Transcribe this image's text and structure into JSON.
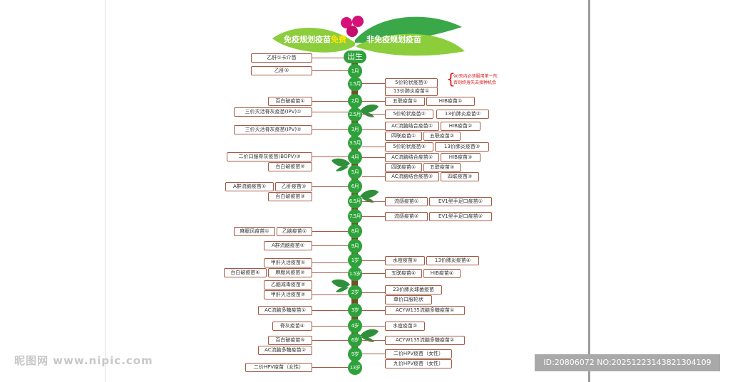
{
  "banner": {
    "left_label": "免疫规划疫苗",
    "left_free": "免费",
    "right_label": "非免疫规划疫苗"
  },
  "note": {
    "line1": "90天内必须服用第一剂",
    "line2": "否则终身失去接种机会"
  },
  "watermark": {
    "left": "昵图网 www.nipic.com",
    "right": "ID:20806072 NO:20251223143821304109"
  },
  "colors": {
    "node": "#2ea23a",
    "stem": "#7a4a2a",
    "border": "#a15a45",
    "note": "#d81b1b",
    "leaf_light": "#8ccd3c",
    "leaf_dark": "#2f8f3a",
    "berry": "#d6127a"
  },
  "milestones": [
    {
      "label": "出生"
    },
    {
      "label": "1月"
    },
    {
      "label": "1.5月"
    },
    {
      "label": "2月"
    },
    {
      "label": "2.5月"
    },
    {
      "label": "3月"
    },
    {
      "label": "3.5月"
    },
    {
      "label": "4月"
    },
    {
      "label": "5月"
    },
    {
      "label": "6月"
    },
    {
      "label": "6.5月"
    },
    {
      "label": "7.5月"
    },
    {
      "label": "8月"
    },
    {
      "label": "9月"
    },
    {
      "label": "1岁"
    },
    {
      "label": "1.5岁"
    },
    {
      "label": "2岁"
    },
    {
      "label": "3岁"
    },
    {
      "label": "4岁"
    },
    {
      "label": "6岁"
    },
    {
      "label": "9岁"
    },
    {
      "label": "13岁"
    }
  ],
  "left_vaccines": [
    "乙肝①卡介苗",
    "乙肝②",
    "百白破疫苗①",
    "三价灭活脊灰疫苗(IPV)①",
    "三价灭活脊灰疫苗(IPV)②",
    "二价口服脊灰疫苗(BOPV)③",
    "百白破疫苗②",
    "A群流脑疫苗①",
    "乙肝疫苗③",
    "百白破疫苗③",
    "麻腮风疫苗①",
    "乙脑疫苗①",
    "A群流脑疫苗②",
    "甲肝灭活疫苗①",
    "百白破疫苗④",
    "麻腮风疫苗②",
    "乙脑减毒疫苗②",
    "甲肝灭活疫苗②",
    "AC流脑多糖疫苗①",
    "脊灰疫苗④",
    "百白破疫苗⑤",
    "AC流脑多糖疫苗②",
    "二价HPV疫苗（女性）"
  ],
  "right_vaccines": [
    "5价轮状疫苗①",
    "13价肺炎疫苗①",
    "五联疫苗①",
    "HIB疫苗①",
    "5价轮状疫苗②",
    "13价肺炎疫苗②",
    "AC流脑结合疫苗①",
    "HIB疫苗②",
    "四联疫苗①",
    "五联疫苗②",
    "5价轮状疫苗③",
    "13价肺炎疫苗③",
    "AC流脑结合疫苗②",
    "HIB疫苗③",
    "四联疫苗②",
    "五联疫苗③",
    "AC流脑结合疫苗③",
    "四联疫苗③",
    "流感疫苗①",
    "EV1型手足口疫苗①",
    "流感疫苗②",
    "EV1型手足口疫苗②",
    "水痘疫苗①",
    "13价肺炎疫苗④",
    "五联疫苗④",
    "HIB疫苗④",
    "23价肺炎球菌疫苗",
    "单价口服轮状",
    "ACYW135流脑多糖疫苗①",
    "水痘疫苗②",
    "ACYW135流脑多糖疫苗②",
    "二价HPV疫苗（女性）",
    "九价HPV疫苗（女性）"
  ]
}
